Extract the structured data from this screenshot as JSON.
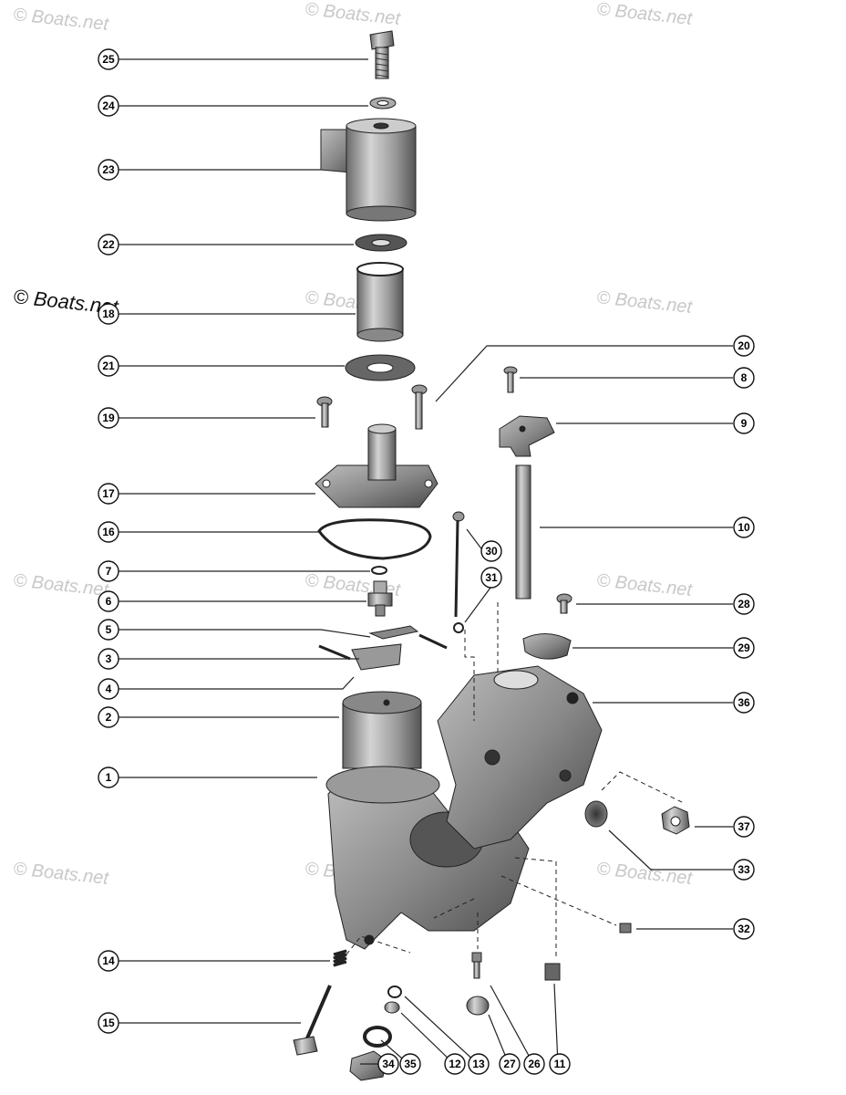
{
  "watermark": "© Boats.net",
  "callouts": {
    "c25": "25",
    "c24": "24",
    "c23": "23",
    "c22": "22",
    "c18": "18",
    "c21": "21",
    "c19": "19",
    "c17": "17",
    "c16": "16",
    "c7": "7",
    "c6": "6",
    "c5": "5",
    "c3": "3",
    "c4": "4",
    "c2": "2",
    "c1": "1",
    "c14": "14",
    "c15": "15",
    "c20": "20",
    "c8": "8",
    "c9": "9",
    "c10": "10",
    "c28": "28",
    "c29": "29",
    "c36": "36",
    "c37": "37",
    "c33": "33",
    "c32": "32",
    "c30": "30",
    "c31": "31",
    "c34": "34",
    "c35": "35",
    "c12": "12",
    "c13": "13",
    "c27": "27",
    "c26": "26",
    "c11": "11"
  },
  "parts": {
    "p25": "bolt",
    "p24": "washer",
    "p23": "upper-housing",
    "p22": "seal-plate",
    "p18": "sleeve",
    "p21": "gasket",
    "p19": "screw",
    "p17": "pump-cover",
    "p16": "cover-gasket",
    "p7": "o-ring",
    "p6": "fitting",
    "p5": "bracket",
    "p3": "pin",
    "p4": "clip",
    "p2": "impeller-cup",
    "p1": "pump-body",
    "p14": "spring",
    "p15": "long-screw",
    "p20": "screw",
    "p8": "screw",
    "p9": "lever",
    "p10": "shaft",
    "p28": "screw",
    "p29": "plug",
    "p36": "flange-body",
    "p37": "nut",
    "p33": "disc",
    "p32": "set-screw",
    "p30": "needle",
    "p31": "ball",
    "p34": "cap",
    "p35": "ring",
    "p12": "plug",
    "p13": "o-ring",
    "p27": "valve",
    "p26": "jet",
    "p11": "spring-small"
  }
}
